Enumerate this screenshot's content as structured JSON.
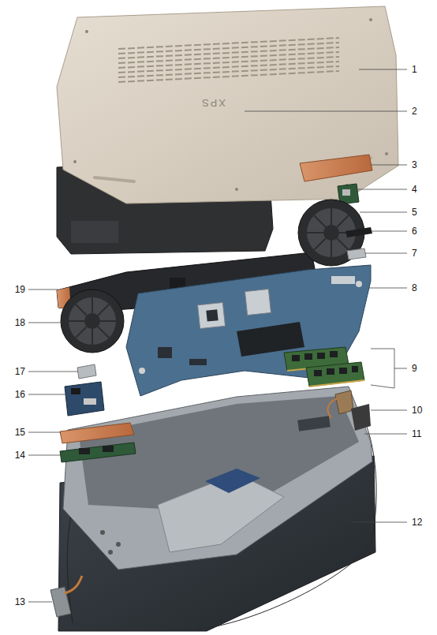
{
  "diagram": {
    "labels": [
      "1",
      "2",
      "3",
      "4",
      "5",
      "6",
      "7",
      "8",
      "9",
      "10",
      "11",
      "12",
      "13",
      "14",
      "15",
      "16",
      "17",
      "18",
      "19",
      "XPS"
    ]
  }
}
